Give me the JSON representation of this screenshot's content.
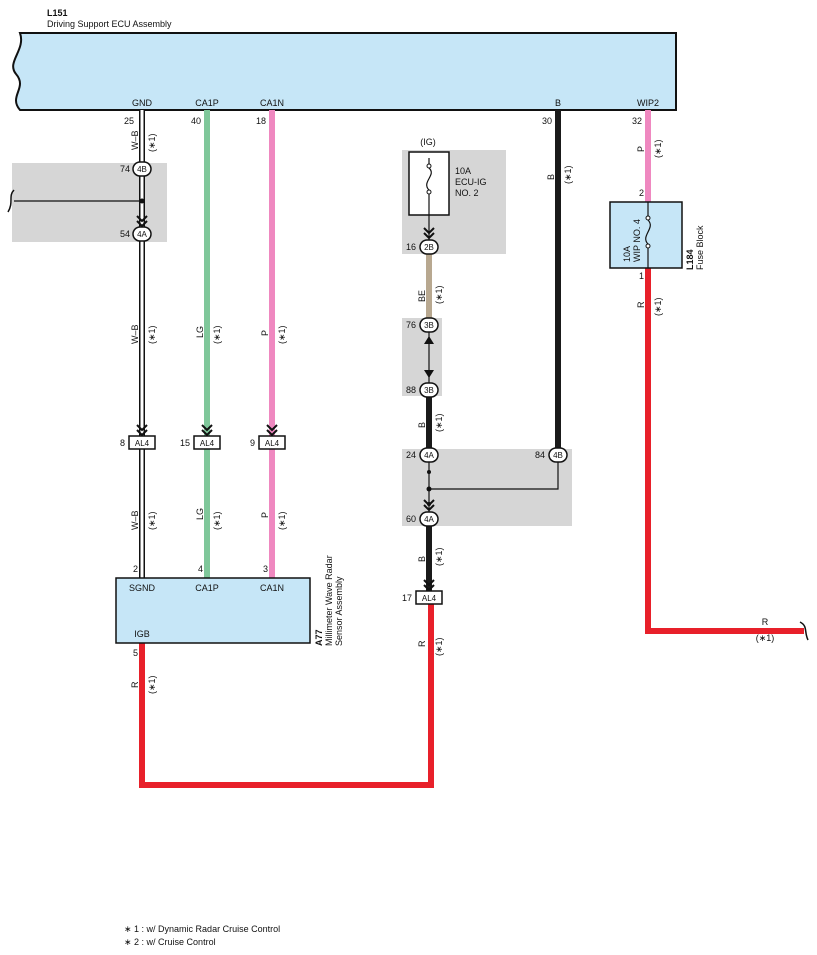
{
  "colors": {
    "ecu_fill": "#c6e6f7",
    "shade": "#d6d6d6",
    "wire_WB": "#ffffff",
    "wire_LG": "#7fc79a",
    "wire_P": "#ef88c0",
    "wire_B": "#1a1a1a",
    "wire_BE": "#b8a890",
    "wire_R": "#e8202a"
  },
  "ecu": {
    "code": "L151",
    "name": "Driving Support ECU Assembly",
    "terminals": [
      "GND",
      "CA1P",
      "CA1N",
      "B",
      "WIP2"
    ],
    "pins": [
      "25",
      "40",
      "18",
      "30",
      "32"
    ]
  },
  "radar": {
    "code": "A77",
    "name_line1": "Millimeter Wave Radar",
    "name_line2": "Sensor Assembly",
    "terminals": [
      "SGND",
      "CA1P",
      "CA1N",
      "IGB"
    ],
    "pins": [
      "2",
      "4",
      "3",
      "5"
    ]
  },
  "fuse_block": {
    "code": "L184",
    "name": "Fuse Block",
    "fuse_amp": "10A",
    "fuse_name": "WIP NO. 4",
    "pin_in": "2",
    "pin_out": "1"
  },
  "ig_fuse": {
    "circuit": "(IG)",
    "amp": "10A",
    "name_line1": "ECU-IG",
    "name_line2": "NO. 2"
  },
  "connectors": {
    "c74": {
      "pin": "74",
      "tag": "4B"
    },
    "c54": {
      "pin": "54",
      "tag": "4A"
    },
    "c16": {
      "pin": "16",
      "tag": "2B"
    },
    "c76": {
      "pin": "76",
      "tag": "3B"
    },
    "c88": {
      "pin": "88",
      "tag": "3B"
    },
    "c24": {
      "pin": "24",
      "tag": "4A"
    },
    "c84": {
      "pin": "84",
      "tag": "4B"
    },
    "c60": {
      "pin": "60",
      "tag": "4A"
    },
    "al8": {
      "pin": "8",
      "tag": "AL4"
    },
    "al15": {
      "pin": "15",
      "tag": "AL4"
    },
    "al9": {
      "pin": "9",
      "tag": "AL4"
    },
    "al17": {
      "pin": "17",
      "tag": "AL4"
    }
  },
  "wires": {
    "wb": "W–B",
    "lg": "LG",
    "p": "P",
    "b": "B",
    "be": "BE",
    "r": "R",
    "note": "(∗1)"
  },
  "footnotes": [
    "∗ 1 : w/ Dynamic Radar Cruise Control",
    "∗ 2 : w/ Cruise Control"
  ]
}
